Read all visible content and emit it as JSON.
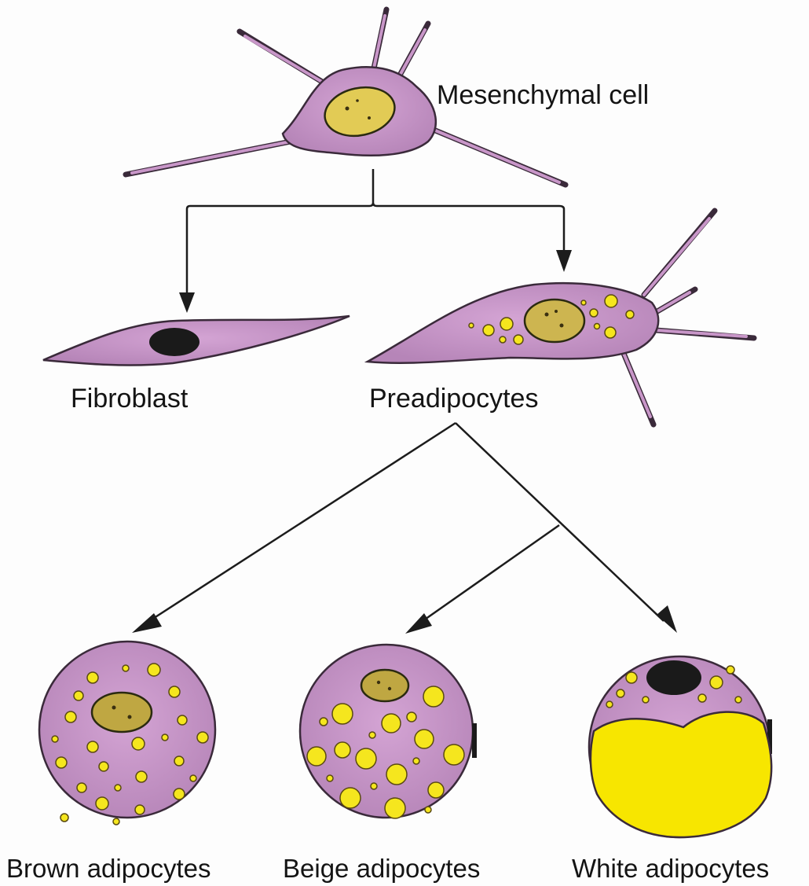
{
  "labels": {
    "mesenchymal": "Mesenchymal cell",
    "fibroblast": "Fibroblast",
    "preadipocytes": "Preadipocytes",
    "brown": "Brown adipocytes",
    "beige": "Beige adipocytes",
    "white": "White adipocytes"
  },
  "colors": {
    "cytoplasm": "#c896c8",
    "cytoplasm_dark": "#a878a8",
    "lipid": "#f5e61e",
    "nucleus_yellow": "#e2cb55",
    "nucleus_dark": "#1a1a1a",
    "outline": "#3a2a3a"
  }
}
